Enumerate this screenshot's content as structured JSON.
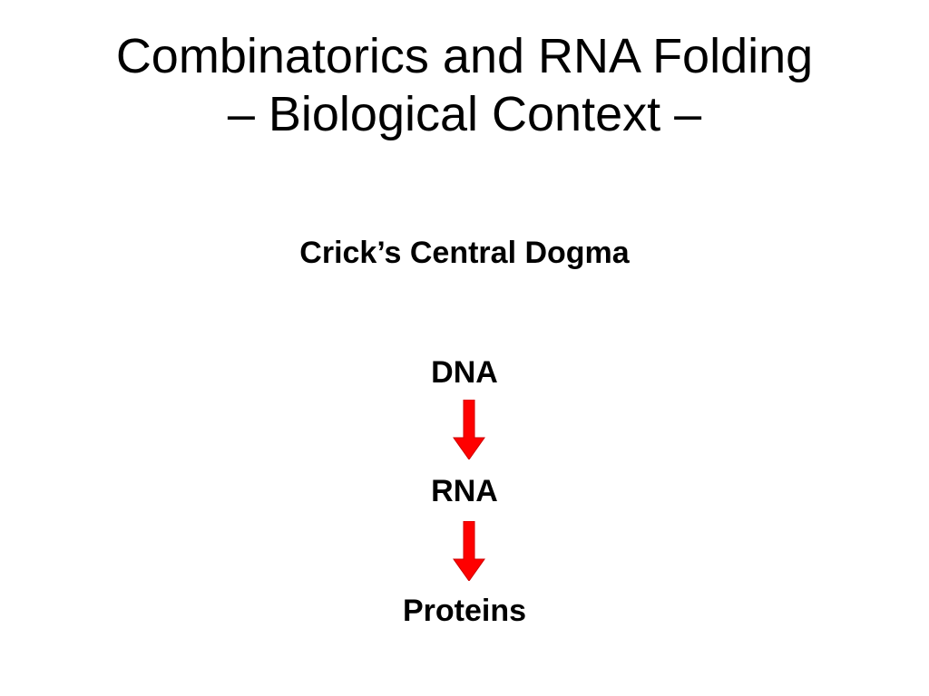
{
  "slide": {
    "title_line1": "Combinatorics and RNA Folding",
    "title_line2": "– Biological Context –",
    "subtitle": "Crick’s Central Dogma"
  },
  "diagram": {
    "nodes": [
      "DNA",
      "RNA",
      "Proteins"
    ],
    "arrow_color": "#ff0000",
    "arrow_icon": "down-arrow-icon"
  }
}
